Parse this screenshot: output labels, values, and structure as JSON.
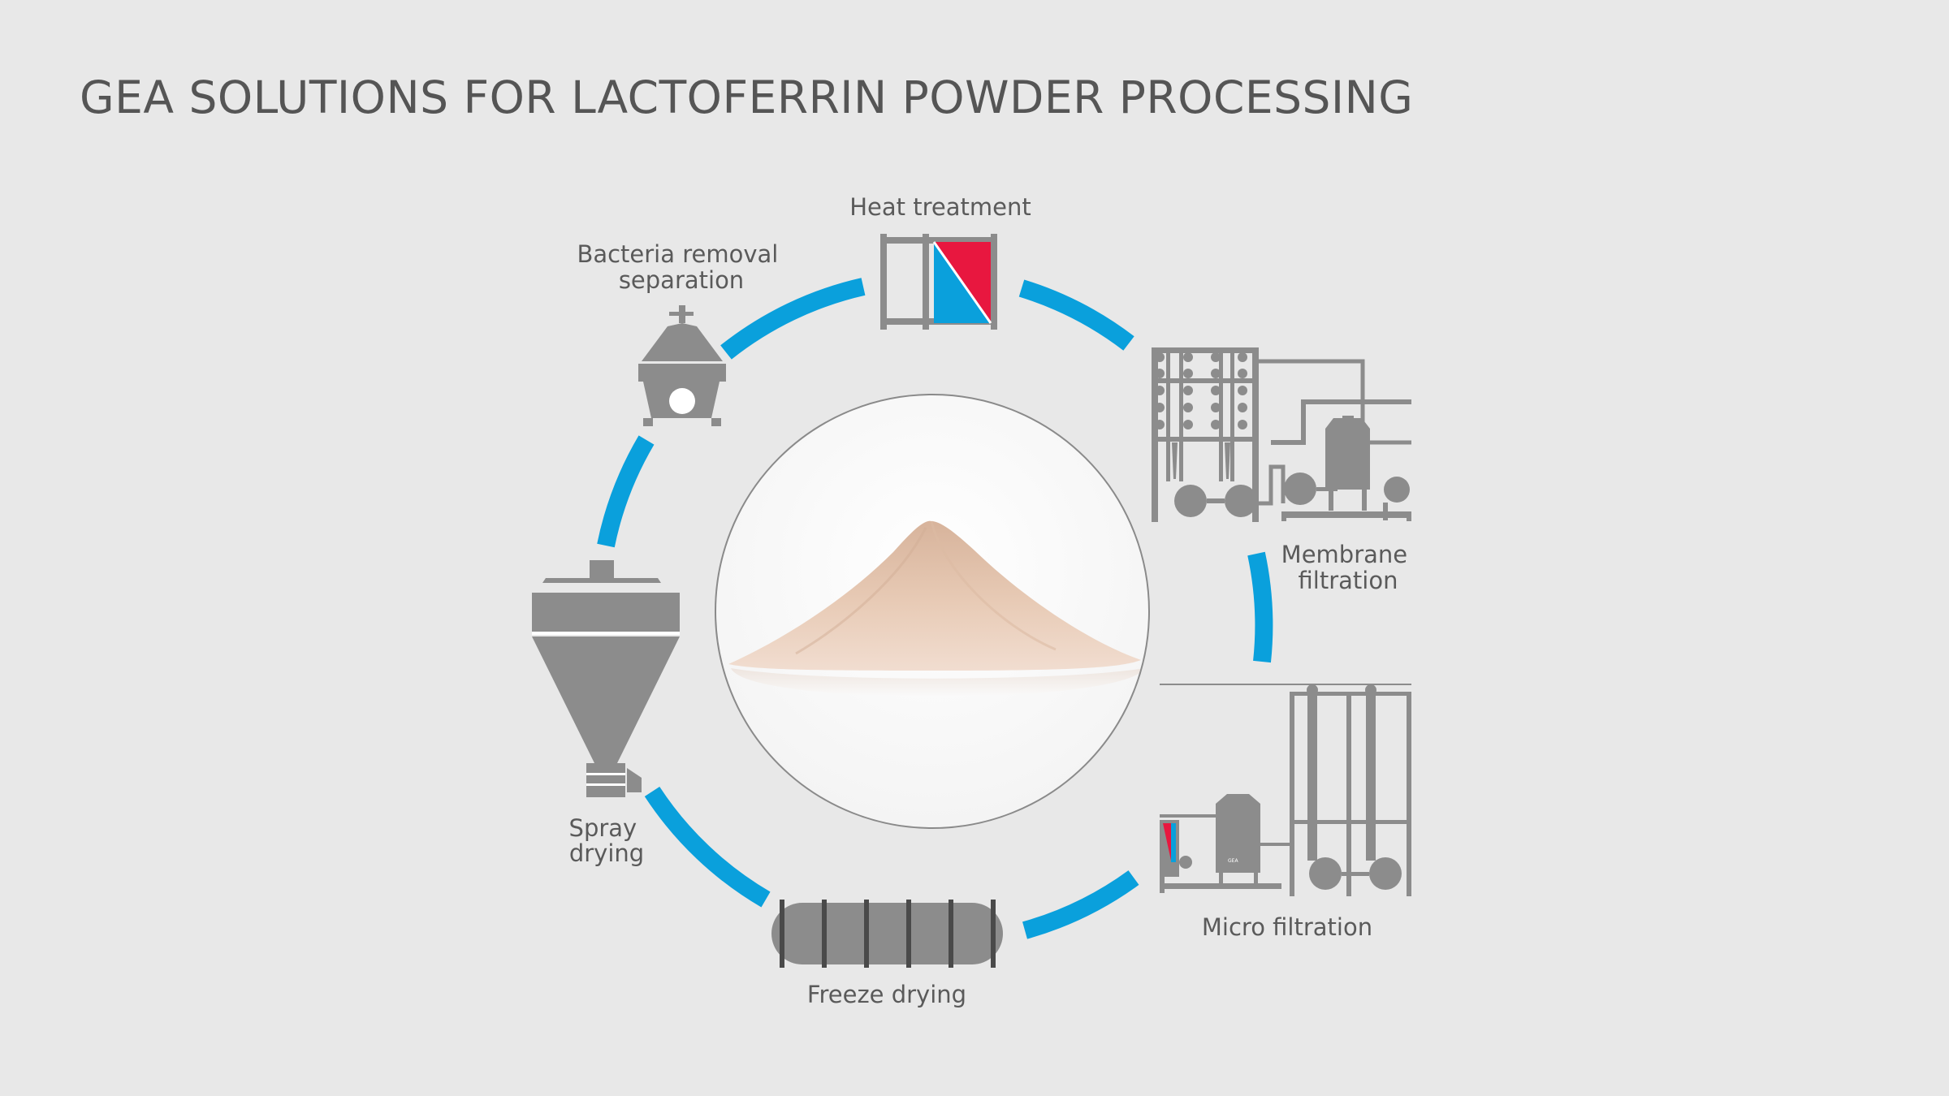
{
  "title": "GEA SOLUTIONS FOR LACTOFERRIN POWDER PROCESSING",
  "colors": {
    "background": "#e8e8e8",
    "ring_arc": "#0aa0dc",
    "equipment": "#8c8c8c",
    "heat_red": "#e8173f",
    "heat_blue": "#0aa0dc",
    "powder": "#e8cbb6"
  },
  "center_image": {
    "subject": "lactoferrin powder pile"
  },
  "steps": [
    {
      "id": "heat-treatment",
      "label_lines": [
        "Heat treatment"
      ],
      "icon": "plate-heat-exchanger-icon"
    },
    {
      "id": "membrane-filtration",
      "label_lines": [
        "Membrane",
        "filtration"
      ],
      "icon": "membrane-filtration-plant-icon"
    },
    {
      "id": "micro-filtration",
      "label_lines": [
        "Micro filtration"
      ],
      "icon": "micro-filtration-plant-icon"
    },
    {
      "id": "freeze-drying",
      "label_lines": [
        "Freeze drying"
      ],
      "icon": "freeze-dryer-icon"
    },
    {
      "id": "spray-drying",
      "label_lines": [
        "Spray",
        "drying"
      ],
      "icon": "spray-dryer-icon"
    },
    {
      "id": "bacteria-removal-separation",
      "label_lines": [
        "Bacteria removal",
        "separation"
      ],
      "icon": "separator-icon"
    }
  ]
}
